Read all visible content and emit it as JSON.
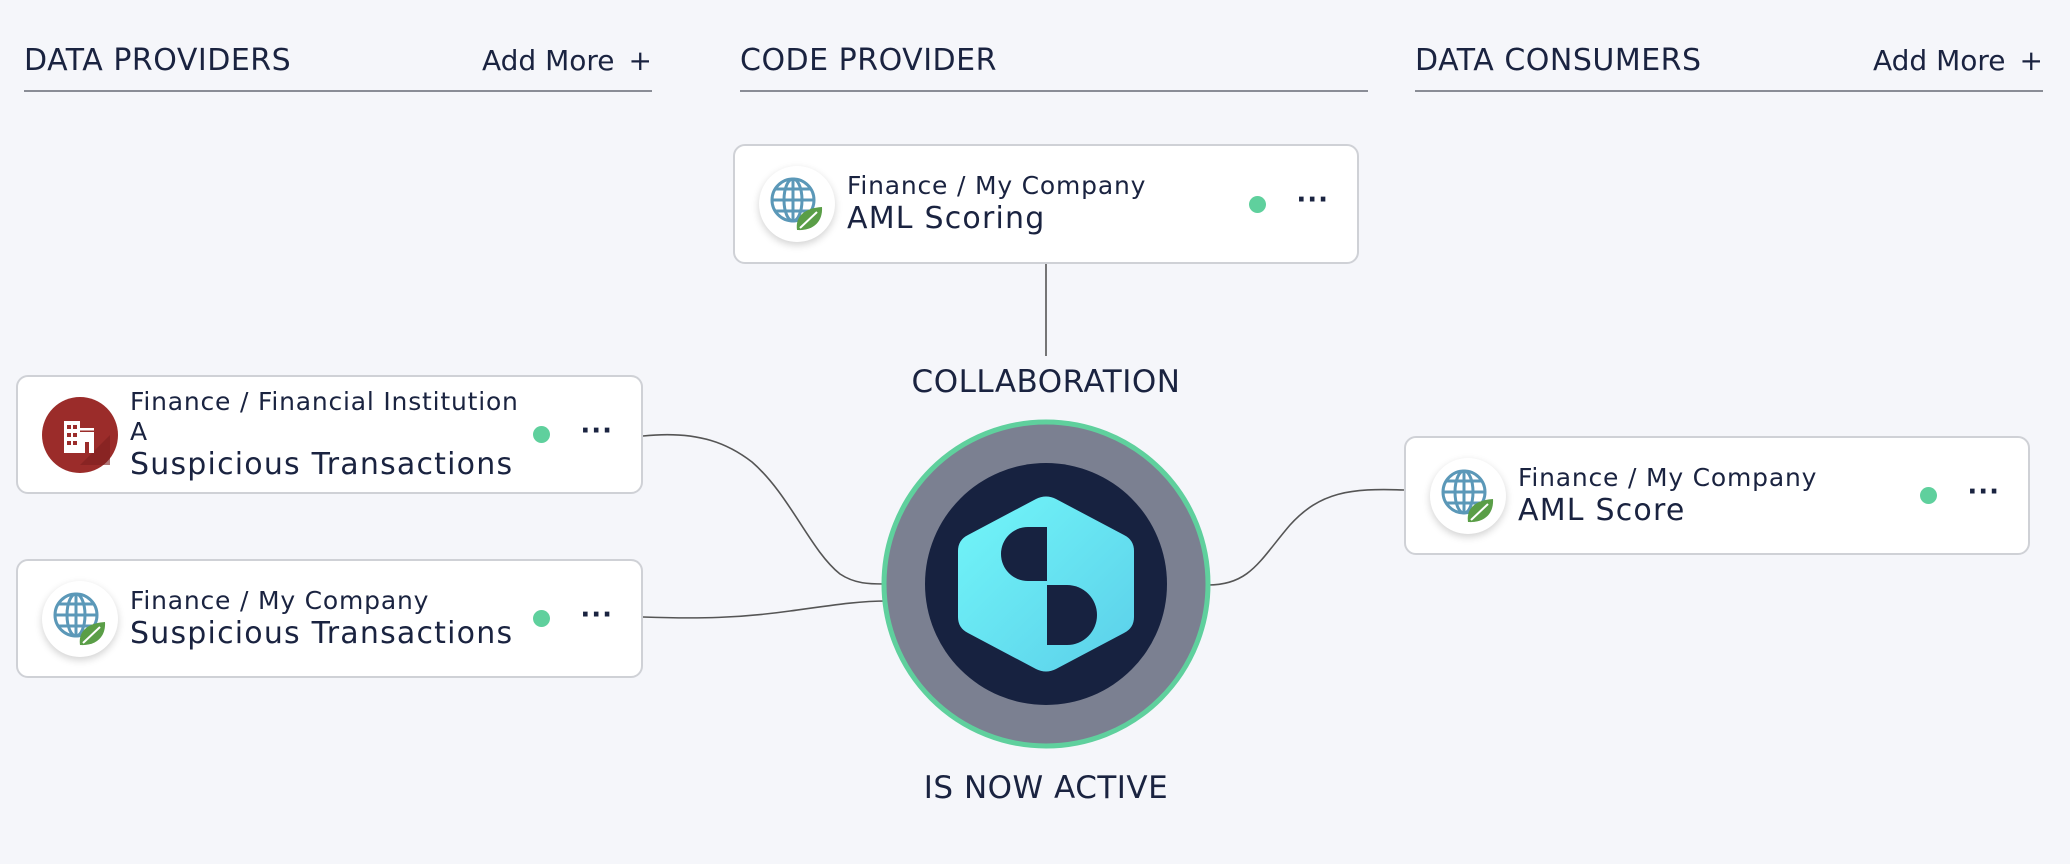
{
  "columns": {
    "providers": {
      "title": "DATA PROVIDERS",
      "add_more": "Add More",
      "add_icon": "+"
    },
    "code": {
      "title": "CODE PROVIDER"
    },
    "consumers": {
      "title": "DATA CONSUMERS",
      "add_more": "Add More",
      "add_icon": "+"
    }
  },
  "code_provider": {
    "subtitle": "Finance / My Company",
    "title": "AML Scoring",
    "icon": "globe-leaf-icon",
    "status": "active",
    "menu": "···"
  },
  "data_providers": [
    {
      "subtitle": "Finance / Financial Institution A",
      "title": "Suspicious Transactions",
      "icon": "building-icon",
      "status": "active",
      "menu": "···"
    },
    {
      "subtitle": "Finance / My Company",
      "title": "Suspicious Transactions",
      "icon": "globe-leaf-icon",
      "status": "active",
      "menu": "···"
    }
  ],
  "data_consumers": [
    {
      "subtitle": "Finance / My Company",
      "title": "AML Score",
      "icon": "globe-leaf-icon",
      "status": "active",
      "menu": "···"
    }
  ],
  "collaboration": {
    "top_label": "COLLABORATION",
    "bottom_label": "IS NOW ACTIVE"
  },
  "colors": {
    "status_active": "#5fd09d",
    "ring": "#5fd09d",
    "logo": "#62dfee",
    "dark": "#172240"
  }
}
